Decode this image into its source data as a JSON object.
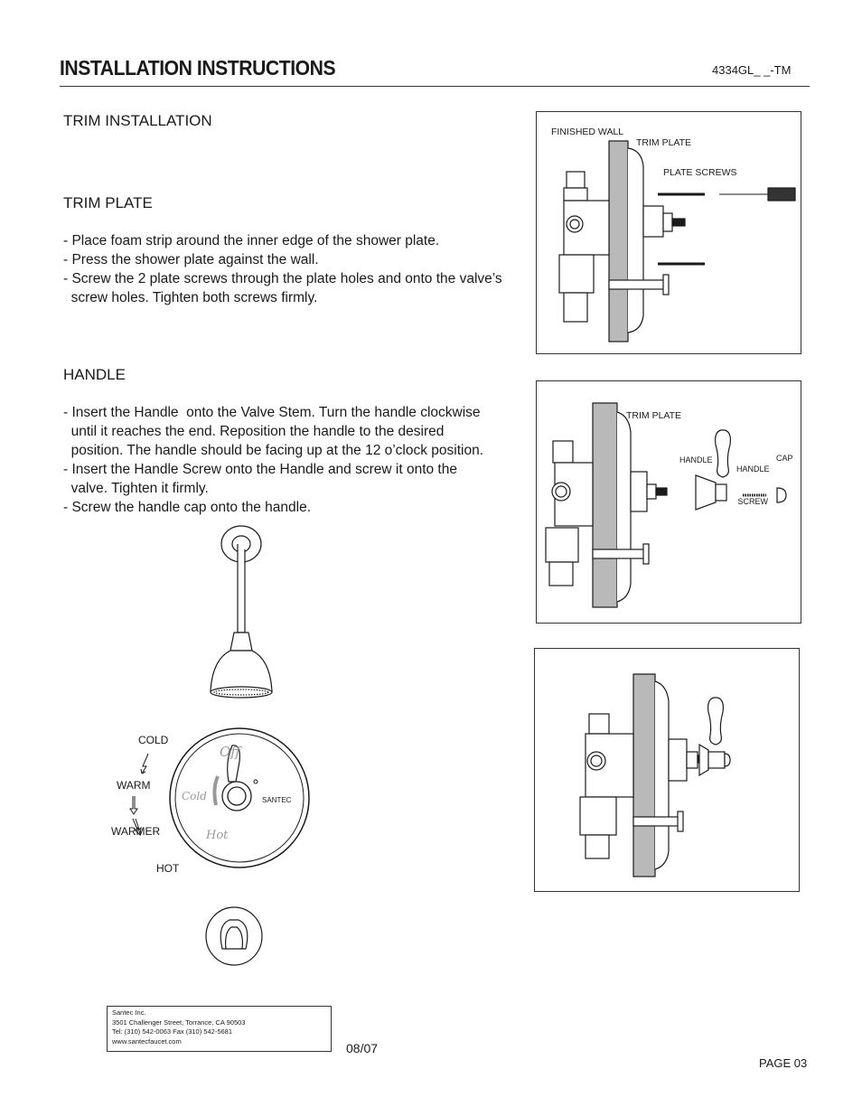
{
  "header": {
    "title": "INSTALLATION INSTRUCTIONS",
    "model": "4334GL_ _-TM"
  },
  "sections": {
    "trim_installation": "TRIM INSTALLATION",
    "trim_plate": {
      "heading": "TRIM PLATE",
      "lines": [
        "- Place foam strip around the inner edge of the shower plate.",
        "- Press the shower plate against the wall.",
        "- Screw the 2 plate screws through the plate holes and onto the valve’s",
        "  screw holes. Tighten both screws firmly."
      ]
    },
    "handle": {
      "heading": "HANDLE",
      "lines": [
        "- Insert the Handle  onto the Valve Stem. Turn the handle clockwise",
        "  until it reaches the end. Reposition the handle to the desired",
        "  position. The handle should be facing up at the 12 o’clock position.",
        "- Insert the Handle Screw onto the Handle and screw it onto the",
        "  valve. Tighten it firmly.",
        "- Screw the handle cap onto the handle."
      ]
    }
  },
  "figure1": {
    "finished_wall": "FINISHED WALL",
    "trim_plate": "TRIM PLATE",
    "plate_screws": "PLATE SCREWS"
  },
  "figure2": {
    "trim_plate": "TRIM PLATE",
    "handle": "HANDLE",
    "handle_screw_1": "HANDLE",
    "handle_screw_2": "SCREW",
    "cap": "CAP"
  },
  "dial": {
    "cold": "COLD",
    "warm": "WARM",
    "warmer": "WARMER",
    "hot": "HOT",
    "off_script": "Off",
    "cold_script": "Cold",
    "hot_script": "Hot",
    "brand": "SANTEC"
  },
  "footer": {
    "address_lines": [
      "Santec Inc.",
      "3501 Challenger Street, Torrance, CA 90503",
      "Tel: (310) 542-0063  Fax (310) 542-5681",
      "www.santecfaucet.com"
    ],
    "date": "08/07",
    "page": "PAGE 03"
  },
  "colors": {
    "wall": "#b9b9b9",
    "ink": "#1a1a1a"
  }
}
